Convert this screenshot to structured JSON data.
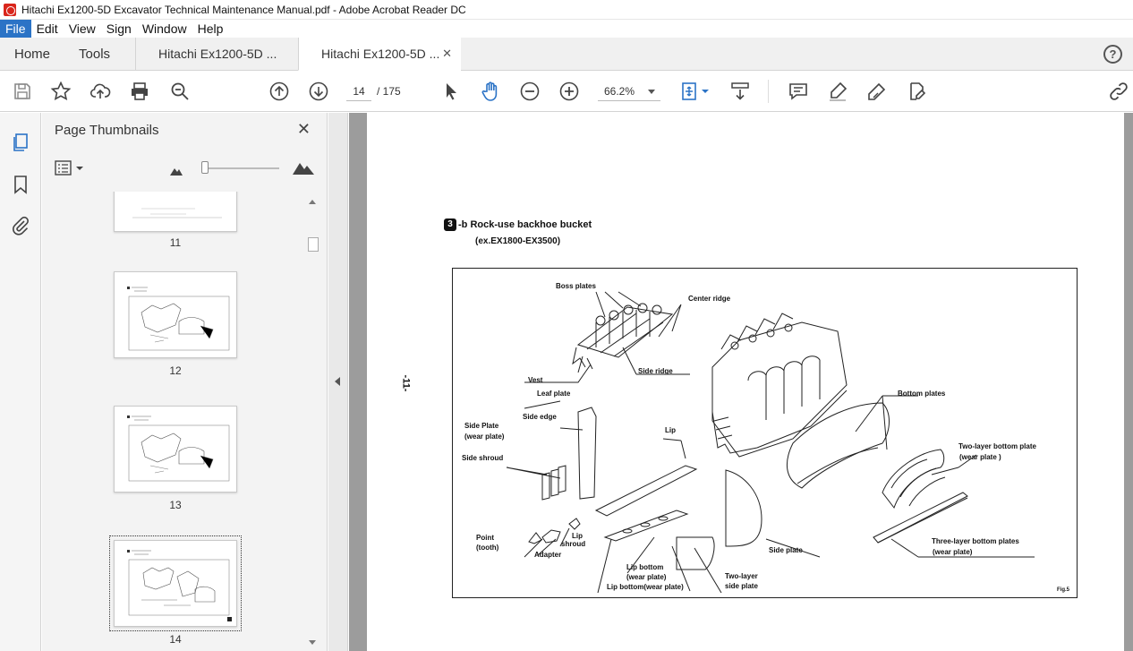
{
  "window": {
    "title": "Hitachi Ex1200-5D Excavator Technical Maintenance Manual.pdf - Adobe Acrobat Reader DC"
  },
  "menu": [
    "File",
    "Edit",
    "View",
    "Sign",
    "Window",
    "Help"
  ],
  "tabs": {
    "home": "Home",
    "tools": "Tools",
    "doc1": "Hitachi Ex1200-5D ...",
    "doc2": "Hitachi Ex1200-5D ...",
    "close": "✕",
    "help": "?"
  },
  "toolbar": {
    "page_current": "14",
    "page_total": "/ 175",
    "zoom": "66.2%"
  },
  "panel": {
    "title": "Page Thumbnails",
    "close": "✕",
    "thumbnails": [
      {
        "label": "11"
      },
      {
        "label": "12"
      },
      {
        "label": "13"
      },
      {
        "label": "14"
      }
    ],
    "selected_page": "14"
  },
  "document": {
    "side_page_number": "-11-",
    "section_number": "3",
    "heading": "-b Rock-use backhoe bucket",
    "subheading": "(ex.EX1800-EX3500)",
    "figure_labels": {
      "boss_plates": "Boss plates",
      "center_ridge": "Center ridge",
      "vest": "Vest",
      "side_ridge": "Side ridge",
      "leaf_plate": "Leaf plate",
      "bottom_plates": "Bottom plates",
      "side_plate_wear_1": "Side Plate",
      "side_plate_wear_2": "(wear plate)",
      "side_edge": "Side edge",
      "lip": "Lip",
      "side_shroud": "Side shroud",
      "two_layer_bottom_1": "Two-layer bottom plate",
      "two_layer_bottom_2": "(wear plate )",
      "point_1": "Point",
      "point_2": "(tooth)",
      "lip_shroud_1": "Lip",
      "lip_shroud_2": "shroud",
      "adapter": "Adapter",
      "three_layer_1": "Three-layer bottom plates",
      "three_layer_2": "(wear plate)",
      "side_plate": "Side plate",
      "lip_bottom_1": "Lip bottom",
      "lip_bottom_2": "(wear plate)",
      "lip_bottom_3": "Lip bottom(wear plate)",
      "two_layer_side_1": "Two-layer",
      "two_layer_side_2": "side plate",
      "fig": "Fig.5"
    }
  }
}
